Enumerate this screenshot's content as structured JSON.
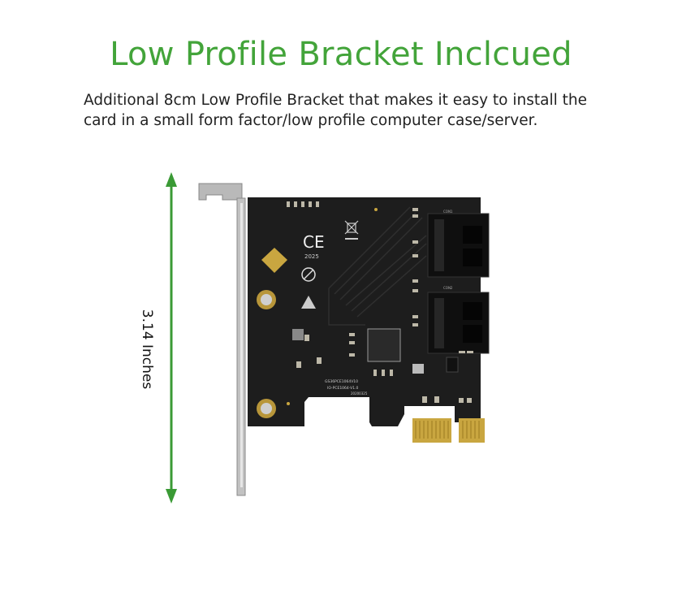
{
  "title": "Low Profile Bracket Inclcued",
  "description": "Additional 8cm Low Profile Bracket that makes it easy to install the card in a small form factor/low profile computer case/server.",
  "dimension": {
    "label": "3.14 Inches",
    "arrow_color": "#3a9a35"
  },
  "product": {
    "ce_mark": "CE",
    "year_mark": "2025",
    "board_text": [
      "GS36PCE1064V10",
      "IO-PCE1064-V1.0",
      "20200325"
    ],
    "connector_labels": [
      "CON1",
      "CON2"
    ]
  },
  "colors": {
    "title": "#43a43a",
    "board": "#1c1c1c",
    "gold": "#c9a640"
  }
}
